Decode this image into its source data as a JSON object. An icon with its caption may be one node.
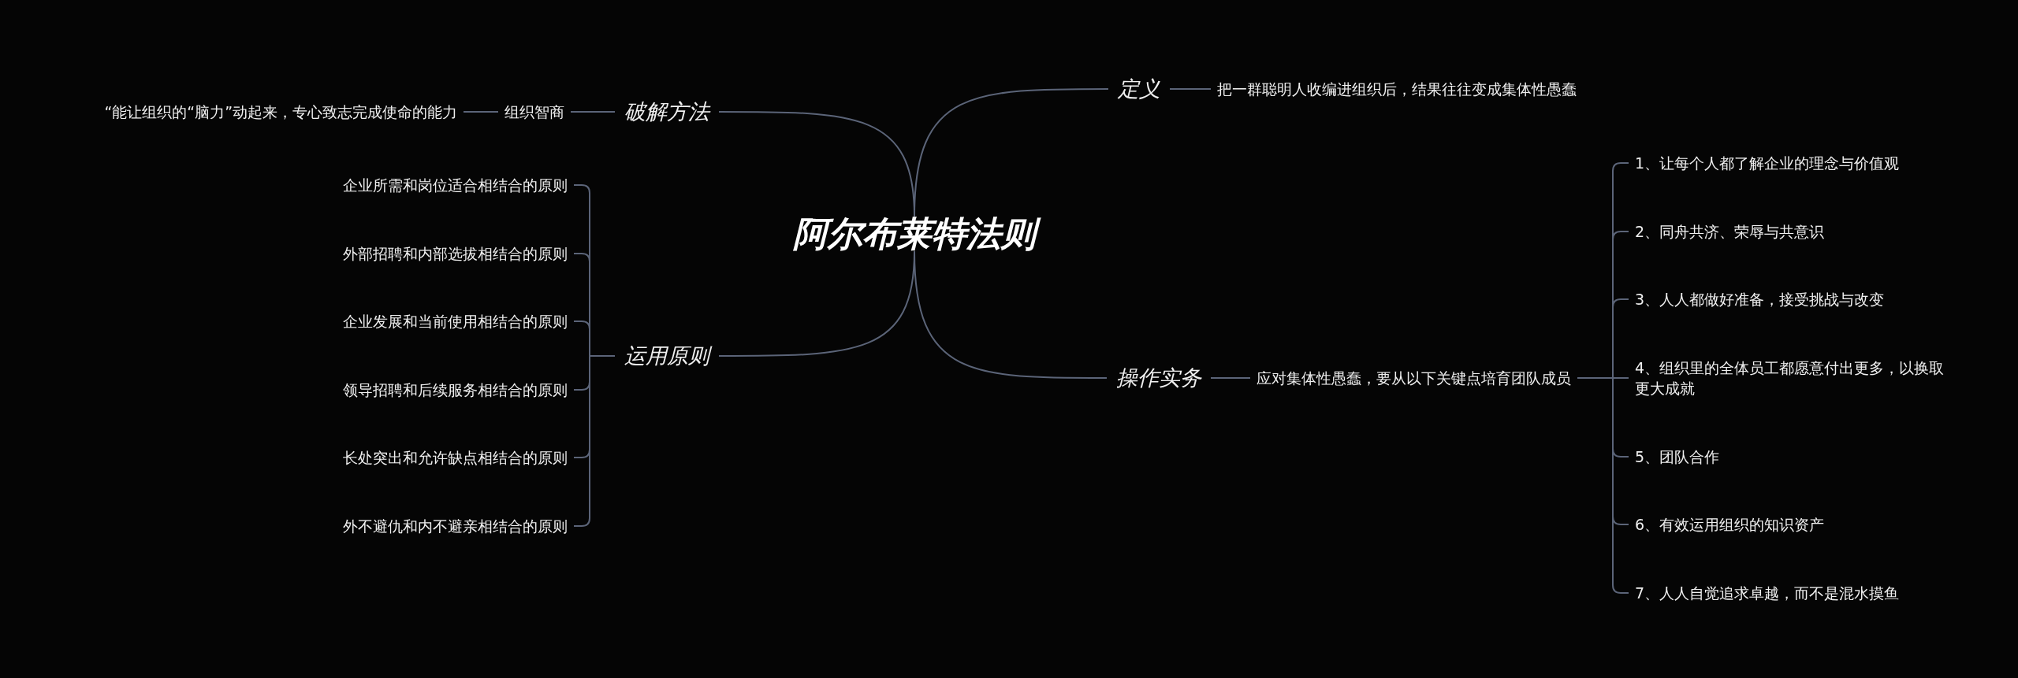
{
  "diagram": {
    "nodes": [
      {
        "text": [
          "阿尔布莱特法则"
        ]
      },
      {
        "text": [
          "破解方法"
        ]
      },
      {
        "text": [
          "组织智商"
        ]
      },
      {
        "text": [
          "“能让组织的“脑力”动起来，专心致志完成使命的能力"
        ]
      },
      {
        "text": [
          "运用原则"
        ]
      },
      {
        "text": [
          "企业所需和岗位适合相结合的原则"
        ]
      },
      {
        "text": [
          "外部招聘和内部选拔相结合的原则"
        ]
      },
      {
        "text": [
          "企业发展和当前使用相结合的原则"
        ]
      },
      {
        "text": [
          "领导招聘和后续服务相结合的原则"
        ]
      },
      {
        "text": [
          "长处突出和允许缺点相结合的原则"
        ]
      },
      {
        "text": [
          "外不避仇和内不避亲相结合的原则"
        ]
      },
      {
        "text": [
          "定义"
        ]
      },
      {
        "text": [
          "把一群聪明人收编进组织后，结果往往变成集体性愚蠢"
        ]
      },
      {
        "text": [
          "操作实务"
        ]
      },
      {
        "text": [
          "应对集体性愚蠢，要从以下关键点培育团队成员"
        ]
      },
      {
        "text": [
          "1、让每个人都了解企业的理念与价值观"
        ]
      },
      {
        "text": [
          "2、同舟共济、荣辱与共意识"
        ]
      },
      {
        "text": [
          "3、人人都做好准备，接受挑战与改变"
        ]
      },
      {
        "text": [
          "4、组织里的全体员工都愿意付出更多，以换取更大成就"
        ]
      },
      {
        "text": [
          "5、团队合作"
        ]
      },
      {
        "text": [
          "6、有效运用组织的知识资产"
        ]
      },
      {
        "text": [
          "7、人人自觉追求卓越，而不是混水摸鱼"
        ]
      }
    ],
    "edges": [
      {
        "from": 0,
        "to": 1,
        "arrow": "none"
      },
      {
        "from": 1,
        "to": 2,
        "arrow": "none"
      },
      {
        "from": 2,
        "to": 3,
        "arrow": "none"
      },
      {
        "from": 0,
        "to": 4,
        "arrow": "none"
      },
      {
        "from": 4,
        "to": 5,
        "arrow": "none"
      },
      {
        "from": 4,
        "to": 6,
        "arrow": "none"
      },
      {
        "from": 4,
        "to": 7,
        "arrow": "none"
      },
      {
        "from": 4,
        "to": 8,
        "arrow": "none"
      },
      {
        "from": 4,
        "to": 9,
        "arrow": "none"
      },
      {
        "from": 4,
        "to": 10,
        "arrow": "none"
      },
      {
        "from": 0,
        "to": 11,
        "arrow": "none"
      },
      {
        "from": 11,
        "to": 12,
        "arrow": "none"
      },
      {
        "from": 0,
        "to": 13,
        "arrow": "none"
      },
      {
        "from": 13,
        "to": 14,
        "arrow": "none"
      },
      {
        "from": 14,
        "to": 15,
        "arrow": "none"
      },
      {
        "from": 14,
        "to": 16,
        "arrow": "none"
      },
      {
        "from": 14,
        "to": 17,
        "arrow": "none"
      },
      {
        "from": 14,
        "to": 18,
        "arrow": "none"
      },
      {
        "from": 14,
        "to": 19,
        "arrow": "none"
      },
      {
        "from": 14,
        "to": 20,
        "arrow": "none"
      },
      {
        "from": 14,
        "to": 21,
        "arrow": "none"
      }
    ]
  }
}
